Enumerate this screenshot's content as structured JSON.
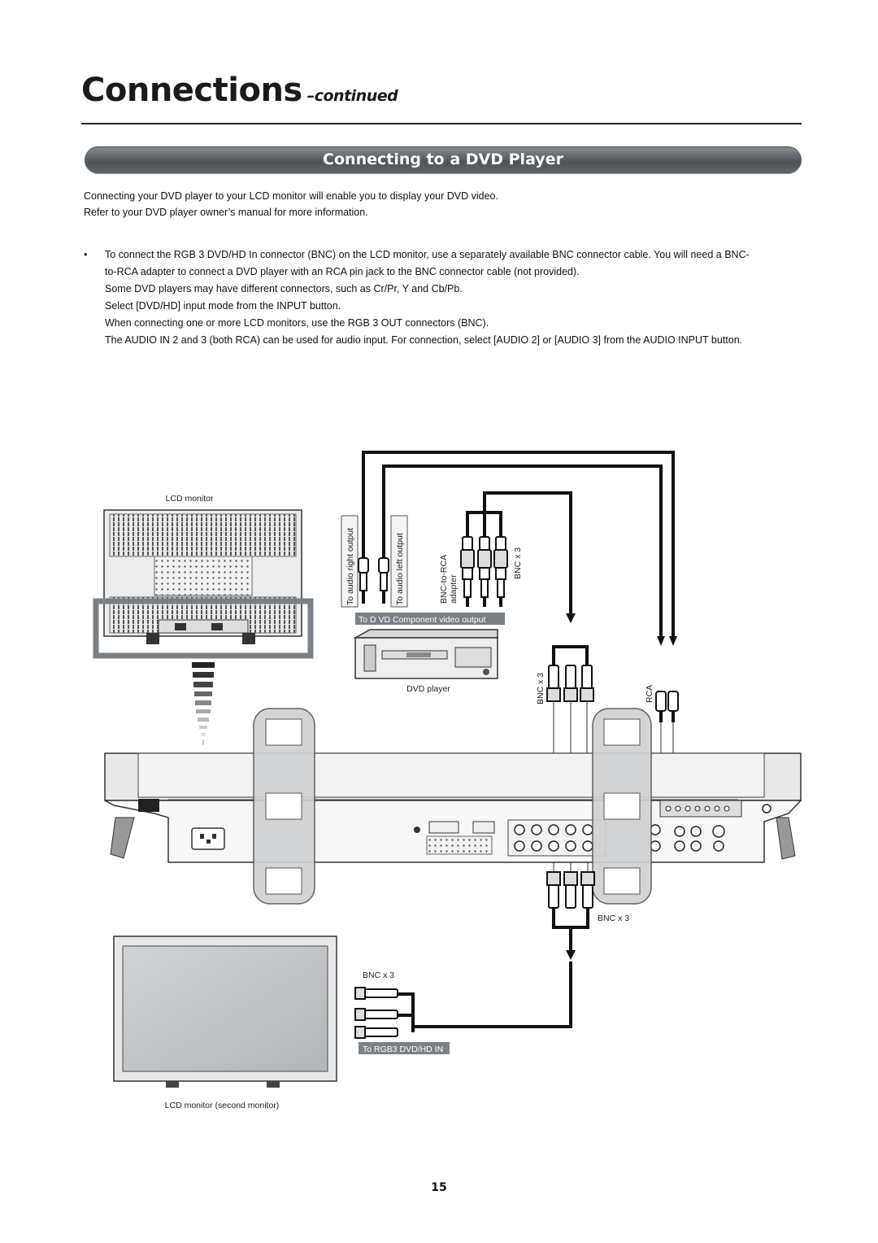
{
  "header": {
    "title": "Connections",
    "title_suffix": "–continued"
  },
  "section": {
    "title": "Connecting to a DVD Player"
  },
  "intro": [
    "Connecting your DVD player to your LCD monitor will enable you to display your DVD video.",
    "Refer to your DVD player owner’s manual for more information."
  ],
  "bullet": {
    "marker": "•",
    "lines": [
      "To connect the RGB 3 DVD/HD In connector (BNC) on the LCD monitor, use a separately available BNC connector cable.  You will need a BNC-",
      "to-RCA adapter to connect a DVD player with an RCA pin jack to the BNC connector cable (not provided).",
      "Some DVD players may have different connectors, such as Cr/Pr, Y and Cb/Pb.",
      "Select [DVD/HD] input mode from the INPUT button.",
      "When connecting one or more LCD monitors, use the RGB 3 OUT connectors (BNC).",
      "The AUDIO IN 2  and 3 (both RCA) can be used for audio input.  For connection, select [AUDIO 2] or [AUDIO 3] from the AUDIO INPUT button."
    ]
  },
  "diagram": {
    "lcd_monitor": "LCD monitor",
    "audio_right": "To  audio right output",
    "audio_left": "To audio left output",
    "bnc_rca_adapter_1": "BNC-to-RCA",
    "bnc_rca_adapter_2": "adapter",
    "bnc_x3": "BNC x 3",
    "component_output": "To D   VD Component video output",
    "dvd_player": "DVD player",
    "rca": "RCA",
    "rgb3_in": "To  RGB3 DVD/HD IN",
    "second_monitor": "LCD monitor (second monitor)"
  },
  "page_number": "15"
}
